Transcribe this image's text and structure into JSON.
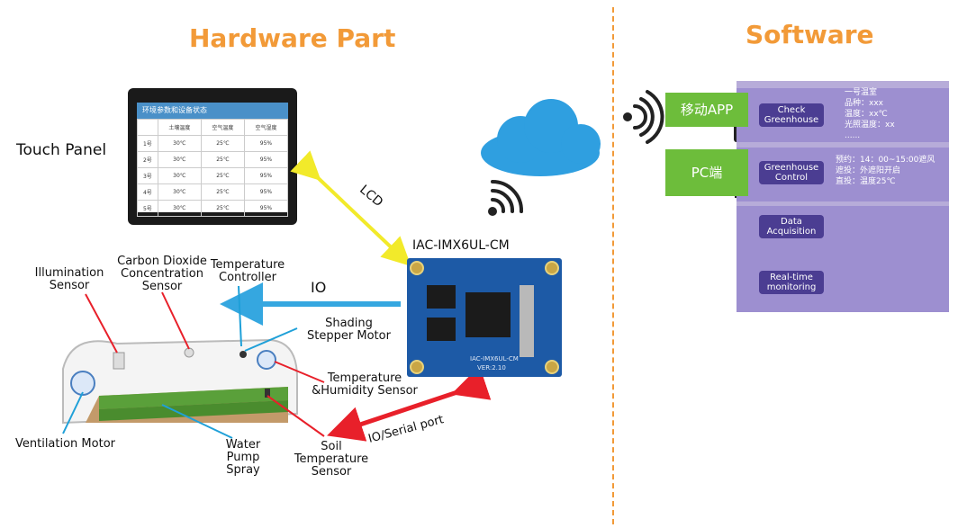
{
  "hardware_title": "Hardware Part",
  "software_title": "Software",
  "touch_panel": {
    "label": "Touch Panel",
    "screen_header": "环境参数和设备状态",
    "columns": [
      "",
      "土壤温度",
      "空气温度",
      "空气湿度"
    ],
    "rows": [
      [
        "1号",
        "30℃",
        "25℃",
        "95%"
      ],
      [
        "2号",
        "30℃",
        "25℃",
        "95%"
      ],
      [
        "3号",
        "30℃",
        "25℃",
        "95%"
      ],
      [
        "4号",
        "30℃",
        "25℃",
        "95%"
      ],
      [
        "5号",
        "30℃",
        "25℃",
        "95%"
      ]
    ]
  },
  "board": {
    "title": "IAC-IMX6UL-CM",
    "silkscreen": "IAC-IMX6UL-CM",
    "version": "VER:2.10"
  },
  "links": {
    "lcd": "LCD",
    "io": "IO",
    "io_serial": "IO/Serial port"
  },
  "sensors": {
    "illumination": "Illumination\nSensor",
    "co2": "Carbon Dioxide\nConcentration\nSensor",
    "temp_controller": "Temperature\nController",
    "shading_motor": "Shading\nStepper Motor",
    "temp_humidity": "Temperature\n&Humidity Sensor",
    "ventilation": "Ventilation Motor",
    "water_pump": "Water\nPump\nSpray",
    "soil_temp": "Soil\nTemperature\nSensor"
  },
  "software": {
    "mobile_app": "移动APP",
    "pc": "PC端",
    "check_greenhouse": "Check\nGreenhouse",
    "check_details": "一号温室\n品种：xxx\n温度：xx℃\n光照温度：xx\n......",
    "greenhouse_control": "Greenhouse\nControl",
    "control_details": "预约：14：00~15:00遮风\n遮投：外遮阳开启\n直投：温度25℃",
    "data_acquisition": "Data\nAcquisition",
    "realtime_monitoring": "Real-time\nmonitoring"
  },
  "colors": {
    "title": "#f29a38",
    "lcd_arrow": "#f2ea2a",
    "io_arrow": "#35a7e0",
    "serial_arrow": "#e8202a",
    "green_label": "#6dbd3b",
    "panel_purple": "#9d8fd0",
    "pill_purple": "#4b3d92",
    "cloud": "#2f9fe0"
  }
}
